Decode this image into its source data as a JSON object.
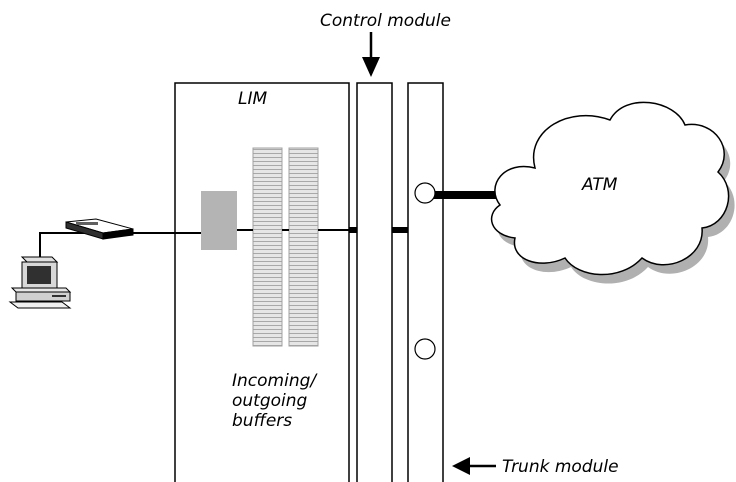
{
  "labels": {
    "control_module": "Control module",
    "lim": "LIM",
    "atm": "ATM",
    "buffers_line1": "Incoming/",
    "buffers_line2": "outgoing",
    "buffers_line3": "buffers",
    "trunk_module": "Trunk module"
  },
  "colors": {
    "line": "#000000",
    "port_block": "#b4b4b4",
    "buffer_fill": "#e6e6e6",
    "buffer_stripe": "#a8a8a8",
    "cloud_shadow": "#b0b0b0",
    "background": "#ffffff"
  },
  "icons": [
    "computer-icon",
    "modem-icon",
    "cloud-icon"
  ]
}
